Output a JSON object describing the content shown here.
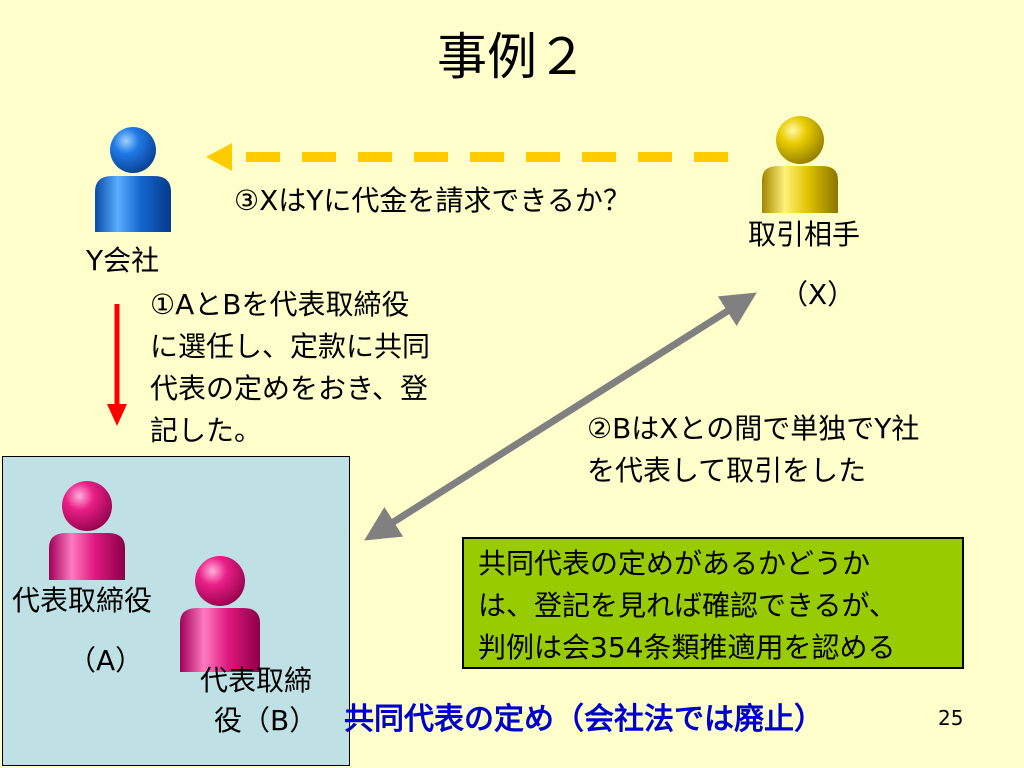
{
  "title": "事例２",
  "parties": {
    "y_company": "Y会社",
    "counterparty": [
      "取引相手",
      "（X）"
    ],
    "director_a": [
      "代表取締役",
      "（A）"
    ],
    "director_b": [
      "代表取締",
      "役（B）"
    ]
  },
  "steps": {
    "step1": [
      "①AとBを代表取締役",
      "に選任し、定款に共同",
      "代表の定めをおき、登",
      "記した。"
    ],
    "step2": [
      "②BはXとの間で単独でY社",
      "を代表して取引をした"
    ],
    "step3": "③XはYに代金を請求できるか？"
  },
  "note": [
    "共同代表の定めがあるかどうか",
    "は、登記を見れば確認できるが、",
    "判例は会354条類推適用を認める"
  ],
  "footer": "共同代表の定め（会社法では廃止）",
  "page_number": "25",
  "colors": {
    "background": "#ffffcc",
    "person_y": "#0a5fd1",
    "person_x": "#e6c800",
    "person_ab": "#e6157f",
    "dashed_arrow": "#ffcc00",
    "red_arrow": "#ff0000",
    "gray_arrow": "#808080",
    "box_a": "#bfe0e4",
    "note_box": "#99cc00",
    "footer_text": "#0000cc"
  },
  "icons": [
    "person-icon-y",
    "person-icon-x",
    "person-icon-a",
    "person-icon-b"
  ]
}
